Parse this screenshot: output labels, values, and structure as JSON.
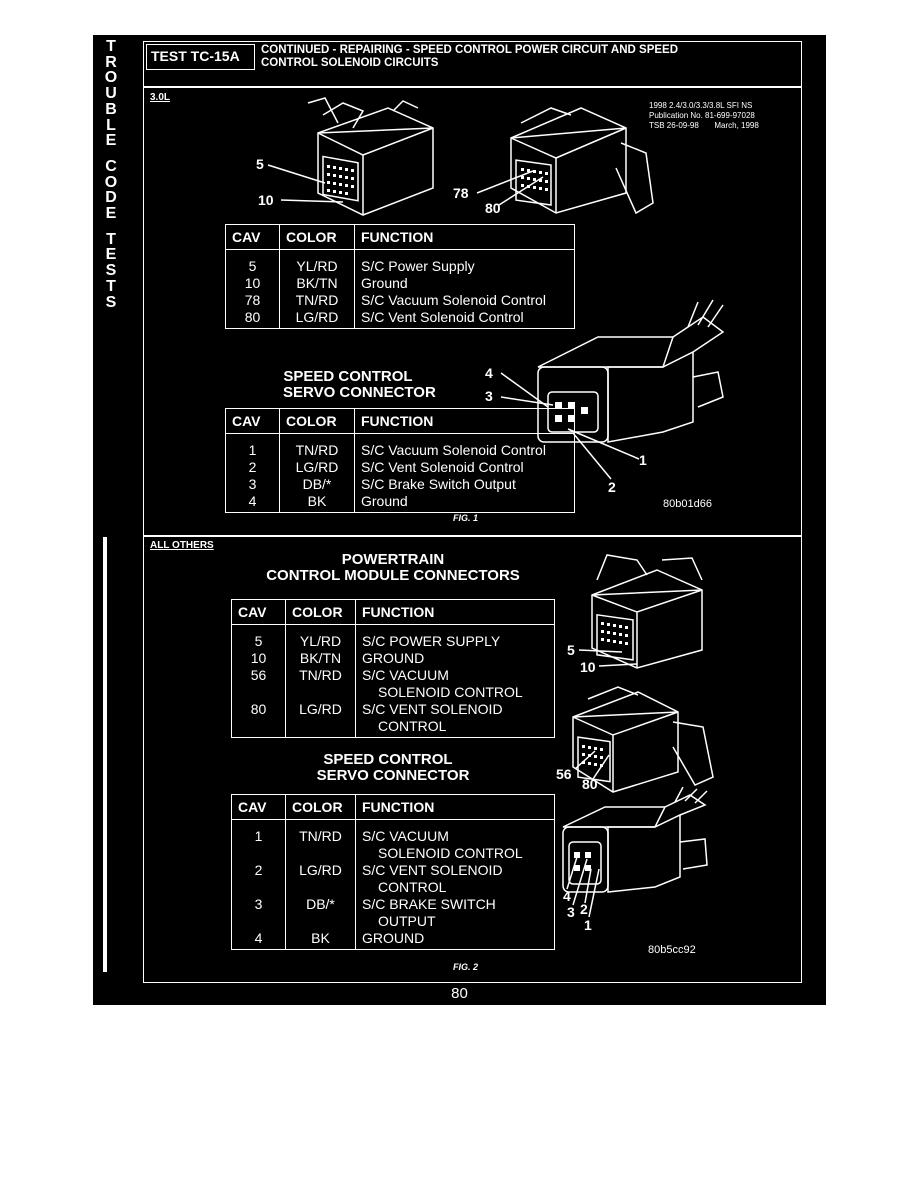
{
  "side_title_letters": [
    "T",
    "R",
    "O",
    "U",
    "B",
    "L",
    "E",
    "",
    "C",
    "O",
    "D",
    "E",
    "",
    "T",
    "E",
    "S",
    "T",
    "S"
  ],
  "header": {
    "test_id": "TEST TC-15A",
    "title_line1": "CONTINUED - REPAIRING - SPEED CONTROL POWER CIRCUIT AND SPEED",
    "title_line2": "CONTROL SOLENOID CIRCUITS"
  },
  "section1": {
    "label": "3.0L",
    "publication": [
      "1998 2.4/3.0/3.3/3.8L SFI NS",
      "Publication No. 81-699-97028",
      "TSB 26-09-98       March, 1998"
    ],
    "pcm_callouts": [
      "5",
      "10",
      "78",
      "80"
    ],
    "pcm_table": {
      "headers": [
        "CAV",
        "COLOR",
        "FUNCTION"
      ],
      "rows": [
        [
          "5",
          "YL/RD",
          "S/C Power Supply"
        ],
        [
          "10",
          "BK/TN",
          "Ground"
        ],
        [
          "78",
          "TN/RD",
          "S/C Vacuum Solenoid Control"
        ],
        [
          "80",
          "LG/RD",
          "S/C Vent Solenoid Control"
        ]
      ]
    },
    "servo_caption": [
      "SPEED CONTROL",
      "SERVO CONNECTOR"
    ],
    "servo_callouts": [
      "4",
      "3",
      "1",
      "2"
    ],
    "servo_table": {
      "headers": [
        "CAV",
        "COLOR",
        "FUNCTION"
      ],
      "rows": [
        [
          "1",
          "TN/RD",
          "S/C Vacuum Solenoid Control"
        ],
        [
          "2",
          "LG/RD",
          "S/C Vent Solenoid Control"
        ],
        [
          "3",
          "DB/*",
          "S/C Brake Switch Output"
        ],
        [
          "4",
          "BK",
          "Ground"
        ]
      ]
    },
    "image_id": "80b01d66",
    "fig": "FIG. 1"
  },
  "section2": {
    "label": "ALL OTHERS",
    "pcm_caption": [
      "POWERTRAIN",
      "CONTROL MODULE CONNECTORS"
    ],
    "pcm_callouts": [
      "5",
      "10",
      "56",
      "80"
    ],
    "pcm_table": {
      "headers": [
        "CAV",
        "COLOR",
        "FUNCTION"
      ],
      "rows": [
        [
          "5",
          "YL/RD",
          "S/C POWER SUPPLY",
          ""
        ],
        [
          "10",
          "BK/TN",
          "GROUND",
          ""
        ],
        [
          "56",
          "TN/RD",
          "S/C VACUUM",
          "SOLENOID CONTROL"
        ],
        [
          "80",
          "LG/RD",
          "S/C VENT SOLENOID",
          "CONTROL"
        ]
      ]
    },
    "servo_caption": [
      "SPEED CONTROL",
      "SERVO CONNECTOR"
    ],
    "servo_callouts": [
      "4",
      "3",
      "2",
      "1"
    ],
    "servo_table": {
      "headers": [
        "CAV",
        "COLOR",
        "FUNCTION"
      ],
      "rows": [
        [
          "1",
          "TN/RD",
          "S/C VACUUM",
          "SOLENOID CONTROL"
        ],
        [
          "2",
          "LG/RD",
          "S/C VENT SOLENOID",
          "CONTROL"
        ],
        [
          "3",
          "DB/*",
          "S/C BRAKE SWITCH",
          "OUTPUT"
        ],
        [
          "4",
          "BK",
          "GROUND",
          ""
        ]
      ]
    },
    "image_id": "80b5cc92",
    "fig": "FIG. 2"
  },
  "page_number": "80"
}
